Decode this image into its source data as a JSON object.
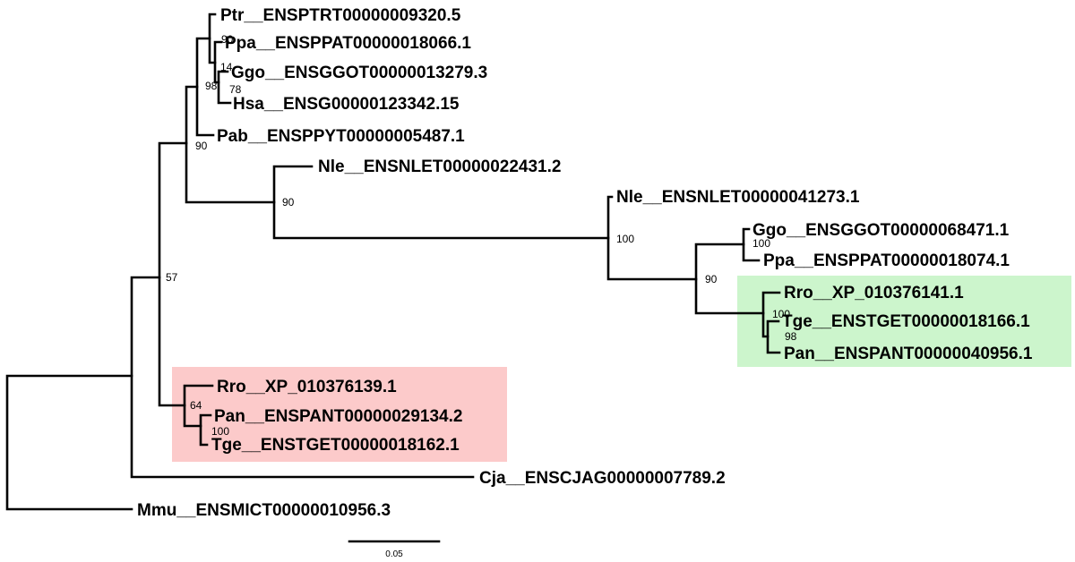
{
  "tree": {
    "tips": {
      "ptr": "Ptr__ENSPTRT00000009320.5",
      "ppa1": "Ppa__ENSPPAT00000018066.1",
      "ggo1": "Ggo__ENSGGOT00000013279.3",
      "hsa": "Hsa__ENSG00000123342.15",
      "pab": "Pab__ENSPPYT00000005487.1",
      "nle1": "Nle__ENSNLET00000022431.2",
      "nle2": "Nle__ENSNLET00000041273.1",
      "ggo2": "Ggo__ENSGGOT00000068471.1",
      "ppa2": "Ppa__ENSPPAT00000018074.1",
      "rro1": "Rro__XP_010376141.1",
      "tge1": "Tge__ENSTGET00000018166.1",
      "pan1": "Pan__ENSPANT00000040956.1",
      "rro2": "Rro__XP_010376139.1",
      "pan2": "Pan__ENSPANT00000029134.2",
      "tge2": "Tge__ENSTGET00000018162.1",
      "cja": "Cja__ENSCJAG00000007789.2",
      "mmu": "Mmu__ENSMICT00000010956.3"
    },
    "support": {
      "s90a": "90",
      "s14": "14",
      "s98a": "98",
      "s78": "78",
      "s90b": "90",
      "s90c": "90",
      "s100a": "100",
      "s100b": "100",
      "s90d": "90",
      "s100c": "100",
      "s98b": "98",
      "s57": "57",
      "s64": "64",
      "s100d": "100"
    },
    "scale_bar_label": "0.05",
    "highlight_colors": {
      "green_clade": "#ccf5cc",
      "red_clade": "#fccaca"
    }
  }
}
